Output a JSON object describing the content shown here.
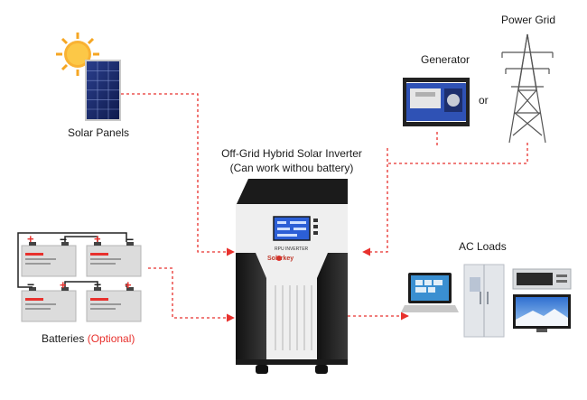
{
  "labels": {
    "solar_panels": "Solar Panels",
    "generator": "Generator",
    "or": "or",
    "power_grid": "Power Grid",
    "inverter_line1": "Off-Grid Hybrid Solar Inverter",
    "inverter_line2": "(Can work withou battery)",
    "ac_loads": "AC Loads",
    "batteries": "Batteries",
    "optional": "(Optional)"
  },
  "inverter": {
    "brand": "Solarkey",
    "model": "RPU INVERTER"
  },
  "colors": {
    "connector": "#e8312d",
    "inverter_body": "#efefef",
    "inverter_side": "#1f1f1f",
    "lcd": "#2c5fd6",
    "battery_case": "#dcdcdc"
  }
}
